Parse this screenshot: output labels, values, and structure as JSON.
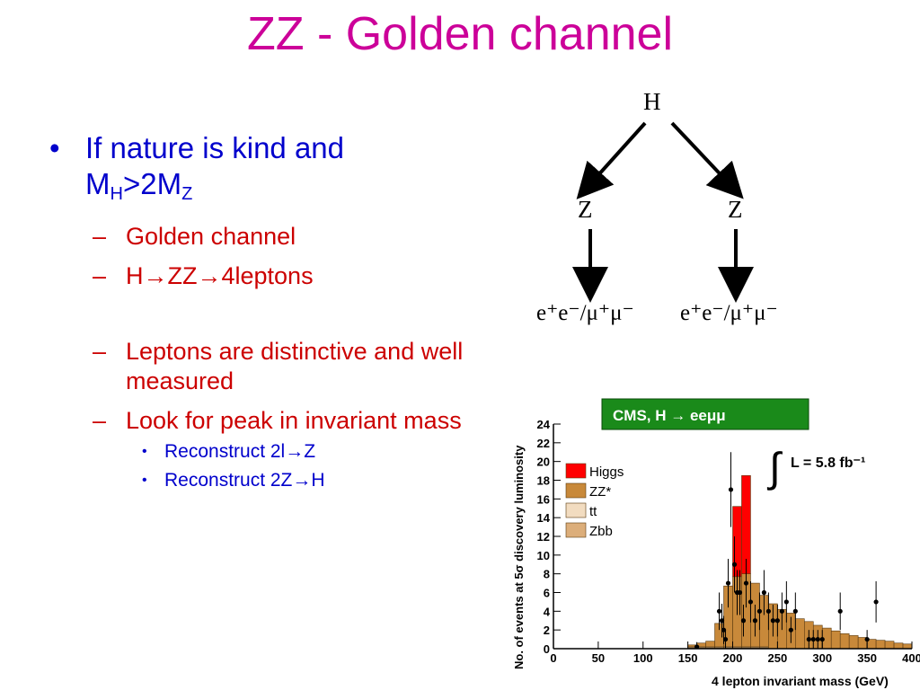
{
  "slide": {
    "title": "ZZ - Golden channel",
    "bullet1": {
      "text": "If nature is kind and",
      "line2_M": "M",
      "line2_sub1": "H",
      "line2_mid": ">2M",
      "line2_sub2": "Z"
    },
    "sub_bullets": [
      {
        "text": "Golden channel"
      },
      {
        "text": "H→ZZ→4leptons"
      },
      {
        "text": "Leptons are distinctive and well measured"
      },
      {
        "text": "Look for peak in invariant mass"
      }
    ],
    "sub_sub_bullets": [
      {
        "text": "Reconstruct 2l→Z"
      },
      {
        "text": "Reconstruct 2Z→H"
      }
    ]
  },
  "diagram": {
    "top": "H",
    "left_mid": "Z",
    "right_mid": "Z",
    "left_bottom": "e⁺e⁻/μ⁺μ⁻",
    "right_bottom": "e⁺e⁻/μ⁺μ⁻"
  },
  "colors": {
    "title": "#cc0099",
    "level1": "#0000cc",
    "level2": "#cc0000",
    "higgs": "#ff0000",
    "zz": "#c8893a",
    "tt": "#f2dcc0",
    "zbb": "#dcae7a",
    "cms_box": "#1a8a1a"
  },
  "chart_data": {
    "type": "bar",
    "title": "CMS, H → eeμμ",
    "luminosity": "L = 5.8 fb⁻¹",
    "xlabel": "4 lepton invariant mass (GeV)",
    "ylabel": "No. of events at 5σ discovery luminosity",
    "xlim": [
      0,
      400
    ],
    "ylim": [
      0,
      24
    ],
    "x_ticks": [
      0,
      50,
      100,
      150,
      200,
      250,
      300,
      350,
      400
    ],
    "y_ticks": [
      0,
      2,
      4,
      6,
      8,
      10,
      12,
      14,
      16,
      18,
      20,
      22,
      24
    ],
    "bin_edges": [
      150,
      160,
      170,
      180,
      190,
      200,
      210,
      220,
      230,
      240,
      250,
      260,
      270,
      280,
      290,
      300,
      310,
      320,
      330,
      340,
      350,
      360,
      370,
      380,
      390,
      400
    ],
    "series": [
      {
        "name": "Higgs",
        "values": [
          0,
          0,
          0,
          0,
          0,
          7.5,
          10.5,
          0,
          0,
          0,
          0,
          0,
          0,
          0,
          0,
          0,
          0,
          0,
          0,
          0,
          0,
          0,
          0,
          0,
          0
        ]
      },
      {
        "name": "ZZ*",
        "values": [
          0.2,
          0.4,
          0.6,
          2.5,
          6.5,
          7.5,
          7.8,
          6.8,
          5.5,
          4.8,
          4.2,
          3.8,
          3.2,
          2.9,
          2.5,
          2.2,
          1.9,
          1.6,
          1.4,
          1.2,
          1.0,
          0.9,
          0.8,
          0.6,
          0.5
        ]
      },
      {
        "name": "tt",
        "values": [
          0.1,
          0.1,
          0.1,
          0.1,
          0.1,
          0.1,
          0.1,
          0.1,
          0.1,
          0,
          0,
          0,
          0,
          0,
          0,
          0,
          0,
          0,
          0,
          0,
          0,
          0,
          0,
          0,
          0
        ]
      },
      {
        "name": "Zbb",
        "values": [
          0.1,
          0.1,
          0.1,
          0.1,
          0.1,
          0.1,
          0.1,
          0.1,
          0.1,
          0,
          0,
          0,
          0,
          0,
          0,
          0,
          0,
          0,
          0,
          0,
          0,
          0,
          0,
          0,
          0
        ]
      }
    ],
    "pseudo_data": [
      {
        "x": 160,
        "y": 0.2,
        "err": 0.5
      },
      {
        "x": 185,
        "y": 4,
        "err": 2
      },
      {
        "x": 188,
        "y": 3,
        "err": 1.8
      },
      {
        "x": 190,
        "y": 2,
        "err": 1.5
      },
      {
        "x": 192,
        "y": 1,
        "err": 1
      },
      {
        "x": 195,
        "y": 7,
        "err": 2.6
      },
      {
        "x": 198,
        "y": 17,
        "err": 4
      },
      {
        "x": 202,
        "y": 9,
        "err": 3
      },
      {
        "x": 205,
        "y": 6,
        "err": 2.4
      },
      {
        "x": 208,
        "y": 6,
        "err": 2.4
      },
      {
        "x": 212,
        "y": 3,
        "err": 1.7
      },
      {
        "x": 215,
        "y": 7,
        "err": 2.6
      },
      {
        "x": 220,
        "y": 5,
        "err": 2.2
      },
      {
        "x": 225,
        "y": 3,
        "err": 1.7
      },
      {
        "x": 230,
        "y": 4,
        "err": 2
      },
      {
        "x": 235,
        "y": 6,
        "err": 2.4
      },
      {
        "x": 240,
        "y": 4,
        "err": 2
      },
      {
        "x": 245,
        "y": 3,
        "err": 1.7
      },
      {
        "x": 250,
        "y": 3,
        "err": 1.7
      },
      {
        "x": 255,
        "y": 4,
        "err": 2
      },
      {
        "x": 260,
        "y": 5,
        "err": 2.2
      },
      {
        "x": 265,
        "y": 2,
        "err": 1.4
      },
      {
        "x": 270,
        "y": 4,
        "err": 2
      },
      {
        "x": 285,
        "y": 1,
        "err": 1
      },
      {
        "x": 290,
        "y": 1,
        "err": 1
      },
      {
        "x": 295,
        "y": 1,
        "err": 1
      },
      {
        "x": 300,
        "y": 1,
        "err": 1
      },
      {
        "x": 320,
        "y": 4,
        "err": 2
      },
      {
        "x": 350,
        "y": 1,
        "err": 1
      },
      {
        "x": 360,
        "y": 5,
        "err": 2.2
      }
    ],
    "legend": [
      "Higgs",
      "ZZ*",
      "tt",
      "Zbb"
    ],
    "legend_position": "top-left"
  }
}
